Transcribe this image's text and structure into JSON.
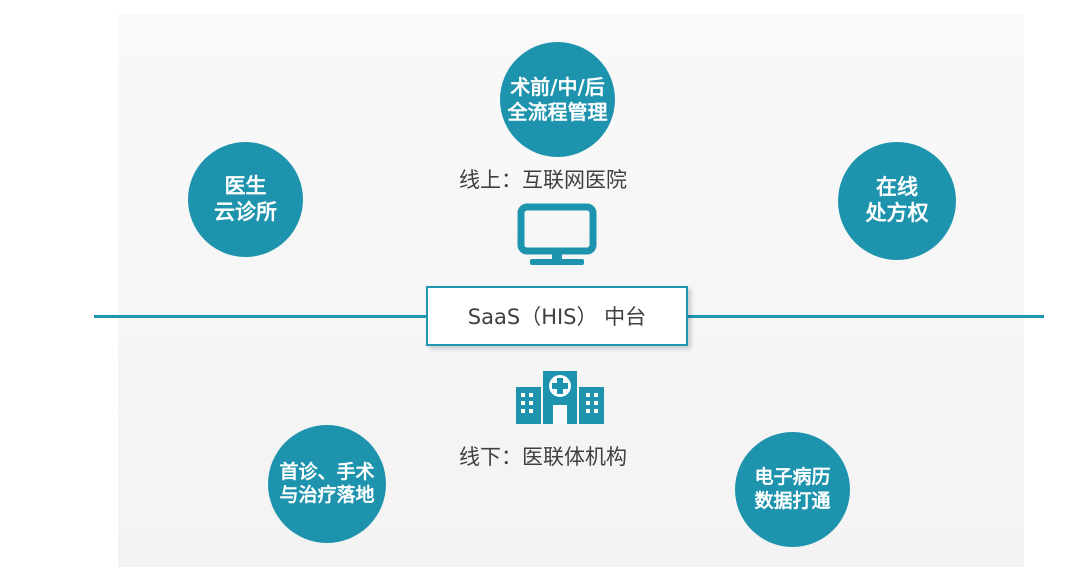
{
  "colors": {
    "accent": "#1e93ad",
    "line": "#1f97b2",
    "text": "#404040",
    "background": "#f6f6f6"
  },
  "nodes": {
    "top": {
      "lines": [
        "术前/中/后",
        "全流程管理"
      ]
    },
    "top_left": {
      "lines": [
        "医生",
        "云诊所"
      ]
    },
    "top_right": {
      "lines": [
        "在线",
        "处方权"
      ]
    },
    "bottom_left": {
      "lines": [
        "首诊、手术",
        "与治疗落地"
      ]
    },
    "bottom_right": {
      "lines": [
        "电子病历",
        "数据打通"
      ]
    }
  },
  "labels": {
    "online": "线上：互联网医院",
    "offline": "线下：医联体机构"
  },
  "center": {
    "text": "SaaS（HIS） 中台"
  },
  "icons": {
    "online": "monitor-icon",
    "offline": "hospital-icon"
  }
}
